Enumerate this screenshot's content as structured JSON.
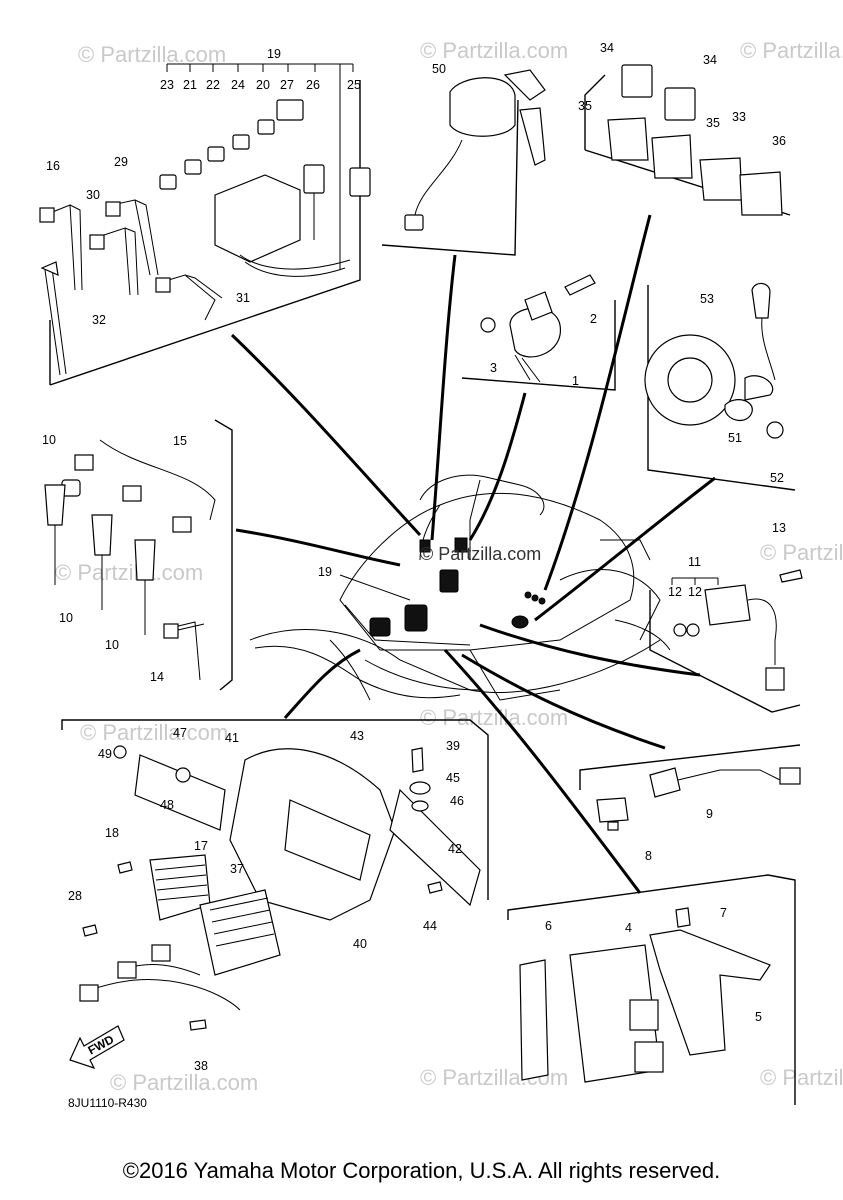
{
  "watermarks": [
    "© Partzilla.com",
    "© Partzilla.com",
    "© Partzilla.com",
    "© Partzilla.com",
    "© Partzilla.com",
    "© Partzilla.com",
    "© Partzilla.com",
    "© Partzilla.com",
    "© Partzilla.com",
    "© Partzilla.com"
  ],
  "center_watermark": "© Partzilla.com",
  "callouts": {
    "p1": "1",
    "p2": "2",
    "p3": "3",
    "p4": "4",
    "p5": "5",
    "p6": "6",
    "p7": "7",
    "p8": "8",
    "p9": "9",
    "p10a": "10",
    "p10b": "10",
    "p10c": "10",
    "p11": "11",
    "p12a": "12",
    "p12b": "12",
    "p13": "13",
    "p14": "14",
    "p15": "15",
    "p16": "16",
    "p17": "17",
    "p18": "18",
    "p19a": "19",
    "p19b": "19",
    "p20": "20",
    "p21": "21",
    "p22": "22",
    "p23": "23",
    "p24": "24",
    "p25": "25",
    "p26": "26",
    "p27": "27",
    "p28": "28",
    "p29": "29",
    "p30": "30",
    "p31": "31",
    "p32": "32",
    "p33": "33",
    "p34a": "34",
    "p34b": "34",
    "p35a": "35",
    "p35b": "35",
    "p36": "36",
    "p37": "37",
    "p38": "38",
    "p39": "39",
    "p40": "40",
    "p41": "41",
    "p42": "42",
    "p43": "43",
    "p44": "44",
    "p45": "45",
    "p46": "46",
    "p47": "47",
    "p48": "48",
    "p49": "49",
    "p50": "50",
    "p51": "51",
    "p52": "52",
    "p53": "53"
  },
  "fwd_label": "FWD",
  "diagram_code": "8JU1110-R430",
  "copyright": "©2016 Yamaha Motor Corporation, U.S.A. All rights reserved."
}
